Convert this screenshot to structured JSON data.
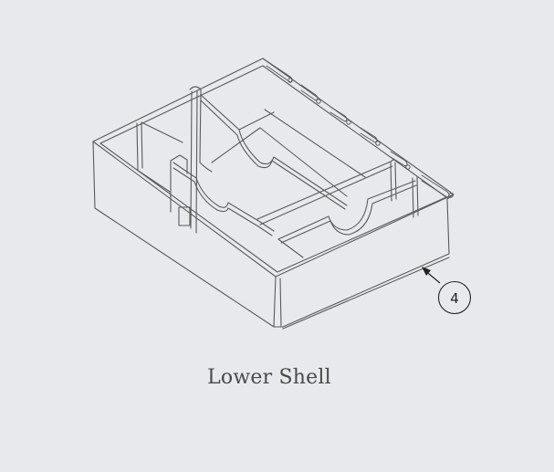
{
  "figure": {
    "caption": "Lower Shell",
    "callouts": [
      {
        "label": "4",
        "target": "lower-shell"
      }
    ],
    "colors": {
      "background": "#e8e9ed",
      "line": "#555555",
      "caption": "#4a4a4a"
    }
  }
}
